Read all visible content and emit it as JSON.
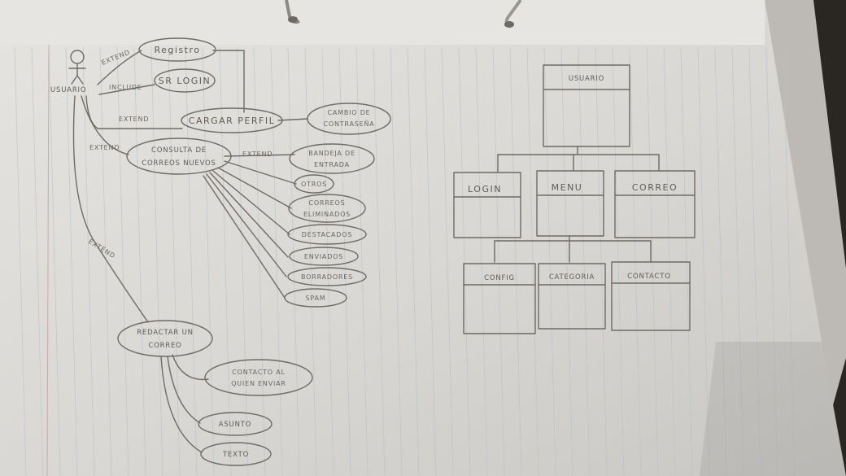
{
  "use_case": {
    "actor": "USUARIO",
    "nodes": {
      "registro": "Registro",
      "sr_login": "SR LOGIN",
      "cargar_perfil": "CARGAR PERFIL",
      "cambio_contrasena": [
        "CAMBIO DE",
        "CONTRASEÑA"
      ],
      "consulta": [
        "CONSULTA DE",
        "CORREOS NUEVOS"
      ],
      "bandeja": [
        "BANDEJA DE",
        "ENTRADA"
      ],
      "otros": "OTROS",
      "eliminados": [
        "CORREOS",
        "ELIMINADOS"
      ],
      "destacados": "DESTACADOS",
      "enviados": "ENVIADOS",
      "borradores": "BORRADORES",
      "spam": "SPAM",
      "redactar": [
        "REDACTAR UN",
        "CORREO"
      ],
      "contacto_enviar": [
        "CONTACTO AL",
        "QUIEN ENVIAR"
      ],
      "asunto": "ASUNTO",
      "texto": "TEXTO"
    },
    "relations": {
      "r1": "EXTEND",
      "r2": "INCLUDE",
      "r3": "EXTEND",
      "r4": "EXTEND",
      "r5": "EXTEND",
      "r6": "EXTEND"
    }
  },
  "class_diagram": {
    "root": "USUARIO",
    "level1": [
      "LOGIN",
      "MENU",
      "CORREO"
    ],
    "level2": [
      "CONFIG",
      "CATEGORIA",
      "CONTACTO"
    ]
  },
  "colors": {
    "paper": "#dcdad6",
    "ink": "#6f6b66",
    "rule": "#b9c2c9",
    "margin": "#c7a9a9",
    "background": "#2a2622"
  }
}
